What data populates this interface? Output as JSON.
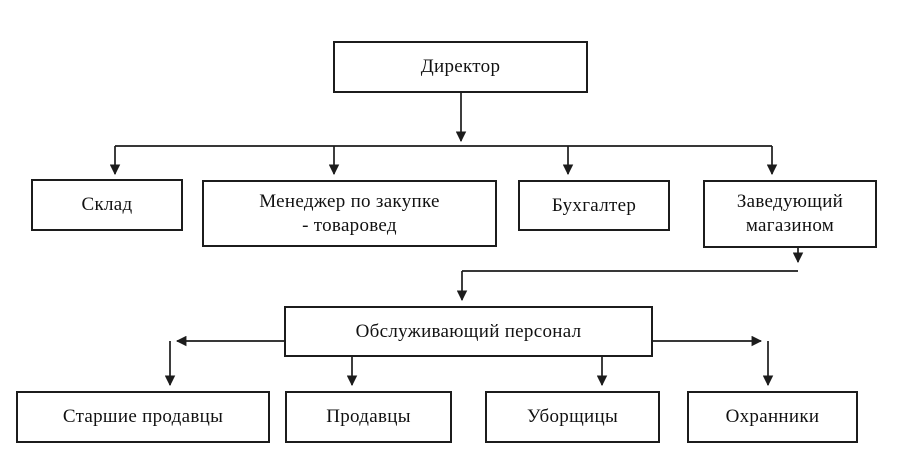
{
  "diagram": {
    "type": "org-chart",
    "nodes": {
      "director": {
        "label": "Директор"
      },
      "warehouse": {
        "label": "Склад"
      },
      "purchasing_manager": {
        "line1": "Менеджер по закупке",
        "line2": "- товаровед"
      },
      "accountant": {
        "label": "Бухгалтер"
      },
      "store_manager": {
        "line1": "Заведующий",
        "line2": "магазином"
      },
      "service_staff": {
        "label": "Обслуживающий персонал"
      },
      "senior_sellers": {
        "label": "Старшие продавцы"
      },
      "sellers": {
        "label": "Продавцы"
      },
      "cleaners": {
        "label": "Уборщицы"
      },
      "guards": {
        "label": "Охранники"
      }
    },
    "edges": [
      {
        "from": "director",
        "to": "warehouse"
      },
      {
        "from": "director",
        "to": "purchasing_manager"
      },
      {
        "from": "director",
        "to": "accountant"
      },
      {
        "from": "director",
        "to": "store_manager"
      },
      {
        "from": "store_manager",
        "to": "service_staff"
      },
      {
        "from": "service_staff",
        "to": "senior_sellers"
      },
      {
        "from": "service_staff",
        "to": "sellers"
      },
      {
        "from": "service_staff",
        "to": "cleaners"
      },
      {
        "from": "service_staff",
        "to": "guards"
      }
    ],
    "colors": {
      "line": "#1c1c1c",
      "box_border": "#1c1c1c",
      "box_background": "#ffffff",
      "page_background": "#ffffff",
      "text": "#111111"
    }
  }
}
